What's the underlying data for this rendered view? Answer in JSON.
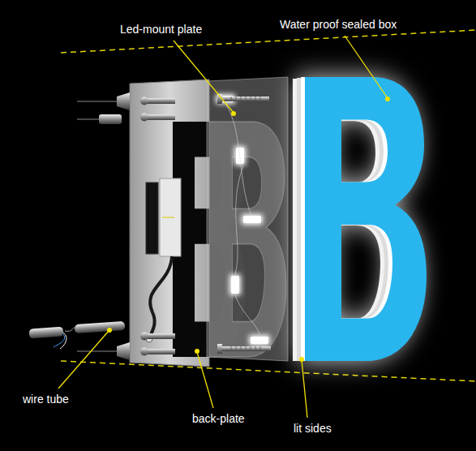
{
  "diagram": {
    "labels": [
      "Led-mount plate",
      "Water proof sealed box",
      "wire tube",
      "back-plate",
      "lit sides"
    ]
  }
}
